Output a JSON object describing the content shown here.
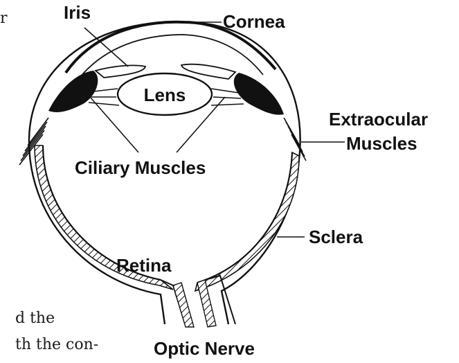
{
  "page_fragments": {
    "top_left": "r",
    "bottom_left_1": "d the",
    "bottom_left_2": "th the con-"
  },
  "labels": {
    "iris": "Iris",
    "cornea": "Cornea",
    "lens": "Lens",
    "extraocular_1": "Extraocular",
    "extraocular_2": "Muscles",
    "ciliary": "Ciliary Muscles",
    "sclera": "Sclera",
    "retina": "Retina",
    "optic_nerve": "Optic Nerve"
  },
  "colors": {
    "ink": "#111111",
    "background": "#ffffff"
  }
}
